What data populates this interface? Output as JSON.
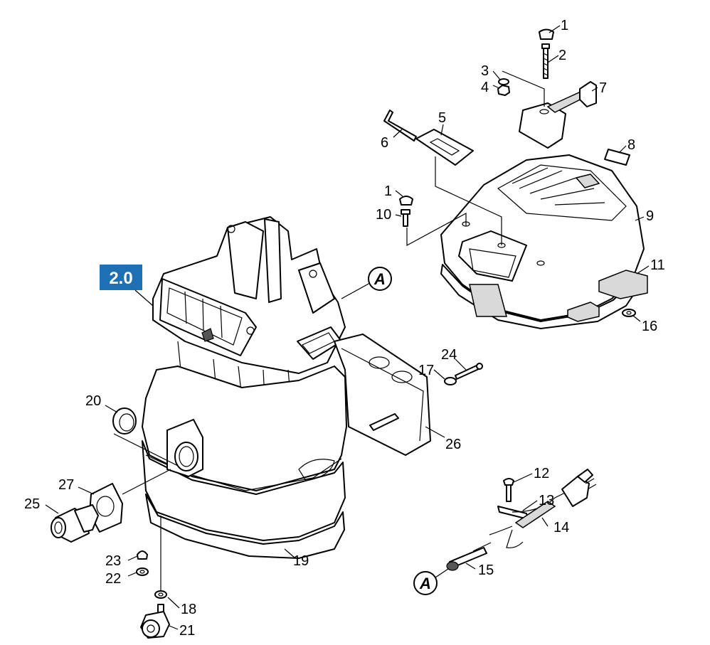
{
  "section_badge": {
    "text": "2.0",
    "color": "#1f6fb5"
  },
  "reference_marker": "A",
  "part_labels": [
    "1",
    "2",
    "3",
    "4",
    "7",
    "5",
    "6",
    "8",
    "1",
    "10",
    "9",
    "11",
    "16",
    "24",
    "17",
    "26",
    "20",
    "12",
    "13",
    "14",
    "27",
    "25",
    "23",
    "22",
    "18",
    "21",
    "19",
    "15"
  ]
}
